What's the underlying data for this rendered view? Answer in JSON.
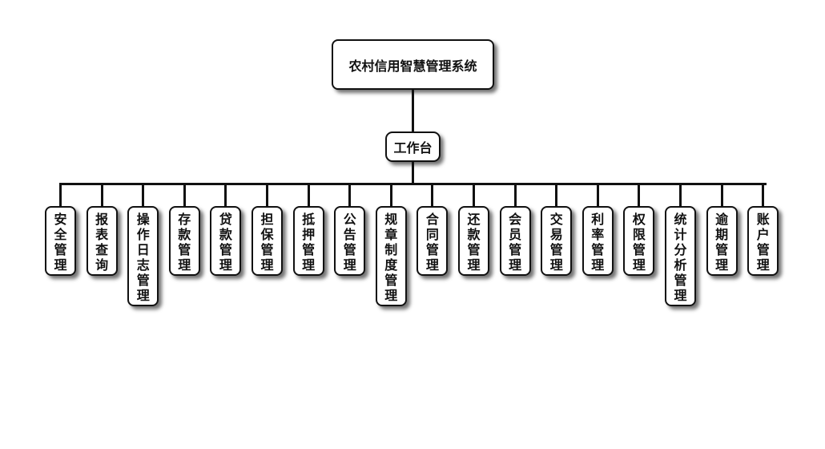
{
  "diagram": {
    "type": "org-chart",
    "root": "农村信用智慧管理系统",
    "middle": "工作台",
    "leaves": [
      "安全管理",
      "报表查询",
      "操作日志管理",
      "存款管理",
      "贷款管理",
      "担保管理",
      "抵押管理",
      "公告管理",
      "规章制度管理",
      "合同管理",
      "还款管理",
      "会员管理",
      "交易管理",
      "利率管理",
      "权限管理",
      "统计分析管理",
      "逾期管理",
      "账户管理"
    ]
  }
}
